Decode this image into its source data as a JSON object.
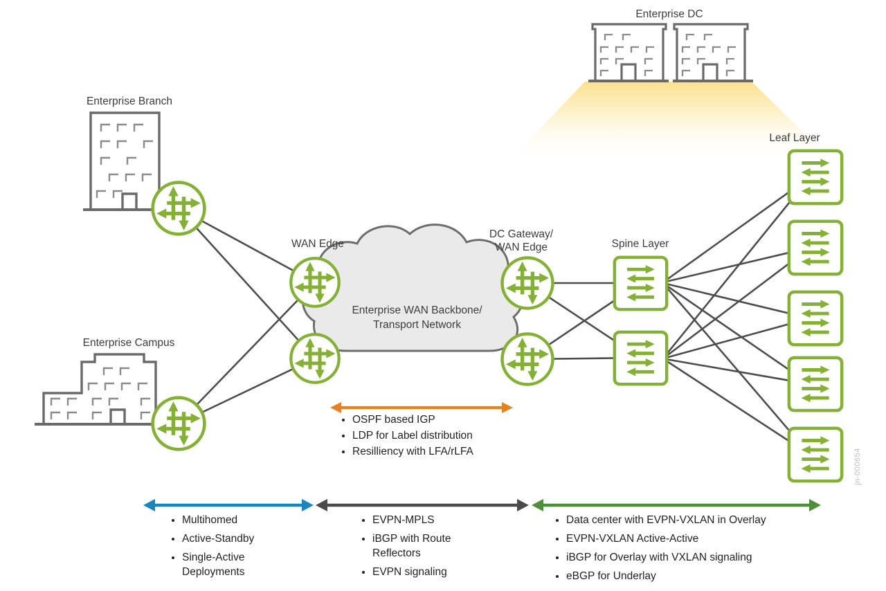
{
  "figure": {
    "watermark": "jn-000654"
  },
  "nodes": {
    "enterprise_branch": {
      "label": "Enterprise Branch"
    },
    "enterprise_campus": {
      "label": "Enterprise Campus"
    },
    "enterprise_dc": {
      "label": "Enterprise DC"
    },
    "wan_edge": {
      "label": "WAN Edge"
    },
    "wan_cloud": {
      "line1": "Enterprise WAN Backbone/",
      "line2": "Transport Network"
    },
    "dc_gateway": {
      "line1": "DC Gateway/",
      "line2": "WAN Edge"
    },
    "spine_layer": {
      "label": "Spine Layer"
    },
    "leaf_layer": {
      "label": "Leaf Layer"
    }
  },
  "annotations": {
    "core": {
      "color": "#e8821e",
      "items": [
        "OSPF based IGP",
        "LDP for Label distribution",
        "Resilliency with LFA/rLFA"
      ]
    },
    "access": {
      "color": "#1a86bd",
      "items": [
        "Multihomed",
        "Active-Standby",
        "Single-Active Deployments"
      ]
    },
    "wan": {
      "color": "#4a4a4a",
      "items": [
        "EVPN-MPLS",
        "iBGP with Route Reflectors",
        "EVPN signaling"
      ]
    },
    "dc": {
      "color": "#4e8f39",
      "items": [
        "Data center with EVPN-VXLAN in Overlay",
        "EVPN-VXLAN Active-Active",
        "iBGP for Overlay with VXLAN signaling",
        "eBGP for Underlay"
      ]
    }
  },
  "icons": {
    "router": "circle-with-crossed-arrows",
    "switch": "square-with-horizontal-arrows",
    "building": "building-outline",
    "cloud": "cloud-outline",
    "light_beam": "yellow-spotlight-gradient"
  },
  "colors": {
    "device_green": "#84b135",
    "link_gray": "#4d4d4d",
    "building_gray": "#6a6a6a",
    "cloud_fill": "#eaeaea",
    "core_arrow_orange": "#e8821e",
    "access_arrow_blue": "#1a86bd",
    "wan_arrow_dark": "#4a4a4a",
    "dc_arrow_green": "#4e8f39",
    "beam_yellow": "#fbe088"
  }
}
